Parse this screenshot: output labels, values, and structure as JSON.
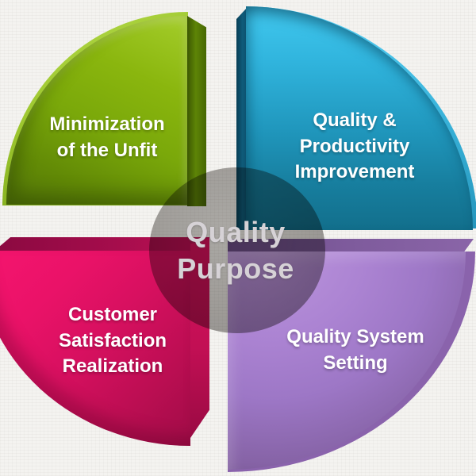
{
  "diagram_title": "Quality Purpose",
  "background_color": "#f4f3f0",
  "center": {
    "label": "Quality Purpose",
    "lines": [
      "Quality",
      "Purpose"
    ],
    "circle_color": "#a5a3a1",
    "text_color": "#d6d2d6"
  },
  "quadrants": [
    {
      "position": "top-left",
      "label": "Minimization of the Unfit",
      "lines": [
        "Minimization",
        "of the Unfit"
      ],
      "color": "#84b20c",
      "dark_color": "#4a6a03",
      "light_color": "#a3cc29"
    },
    {
      "position": "top-right",
      "label": "Quality & Productivity Improvement",
      "lines": [
        "Quality &",
        "Productivity",
        "Improvement"
      ],
      "color": "#1f9ec4",
      "dark_color": "#0e5b7a",
      "light_color": "#41c8ef"
    },
    {
      "position": "bottom-left",
      "label": "Customer Satisfaction Realization",
      "lines": [
        "Customer",
        "Satisfaction",
        "Realization"
      ],
      "color": "#d81060",
      "dark_color": "#9c0c4a",
      "light_color": "#f6156f"
    },
    {
      "position": "bottom-right",
      "label": "Quality System Setting",
      "lines": [
        "Quality System",
        "Setting"
      ],
      "color": "#a379cb",
      "dark_color": "#6b4a86",
      "light_color": "#bc95dd"
    }
  ],
  "label_text_color": "#ffffff"
}
